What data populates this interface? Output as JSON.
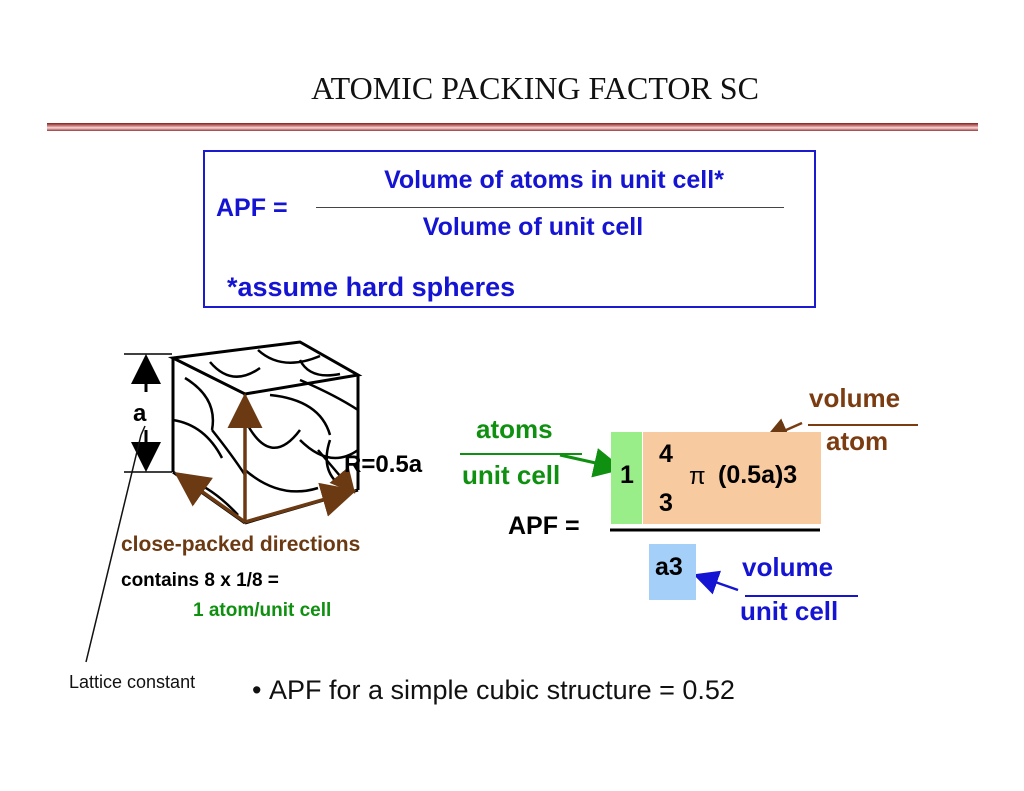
{
  "title": "ATOMIC PACKING FACTOR  SC",
  "definition": {
    "lhs": "APF =",
    "numerator": "Volume of atoms in unit cell*",
    "denominator": "Volume of unit cell",
    "footnote": "*assume hard spheres"
  },
  "cube": {
    "edge_label": "a",
    "radius_label": "R=0.5a",
    "directions_label": "close-packed directions",
    "contains_text": "contains 8 x 1/8 =",
    "atoms_text": "1 atom/unit cell",
    "lattice_label": "Lattice constant"
  },
  "calculation": {
    "atoms_label": "atoms",
    "unit_cell_label": "unit cell",
    "count": "1",
    "frac_num": "4",
    "frac_den": "3",
    "pi_symbol": "π",
    "volume_expr": "(0.5a)3",
    "apf_label": "APF =",
    "denominator": "a3",
    "volume_label_top": "volume",
    "atom_label": "atom",
    "volume_label_bottom": "volume",
    "unit_cell_label_bottom": "unit cell"
  },
  "bullets": [
    "APF for a simple cubic structure = 0.52"
  ],
  "colors": {
    "blue": "#1414d2",
    "green": "#109010",
    "brown": "#7a3c10",
    "green_box": "#9aee8a",
    "orange_box": "#f8caa0",
    "blue_box": "#a4cff8"
  }
}
